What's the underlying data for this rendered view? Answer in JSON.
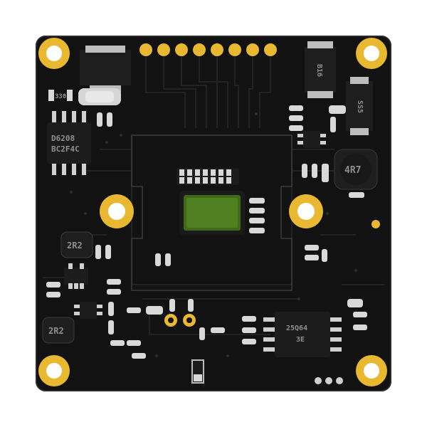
{
  "image": {
    "subject": "camera-module-pcb",
    "colors": {
      "background": "#ffffff",
      "board": "#121212",
      "trace": "#1f1f1f",
      "silkscreen": "#7a7a7a",
      "gold": "#e8b830",
      "gold_hole": "#ffffff",
      "sensor": "#3f6a18",
      "chip": "#1c1c1c"
    }
  },
  "markings": {
    "ic_top_left_line1": "D6208",
    "ic_top_left_line2": "BC2F4C",
    "resistor_top_left": "330",
    "inductor_right": "4R7",
    "inductor_left_top": "2R2",
    "inductor_left_bottom": "2R2",
    "diode_right": "SS5",
    "diode_top": "B16",
    "ic_bottom_right_line1": "25Q64",
    "ic_bottom_right_line2": "3E"
  }
}
